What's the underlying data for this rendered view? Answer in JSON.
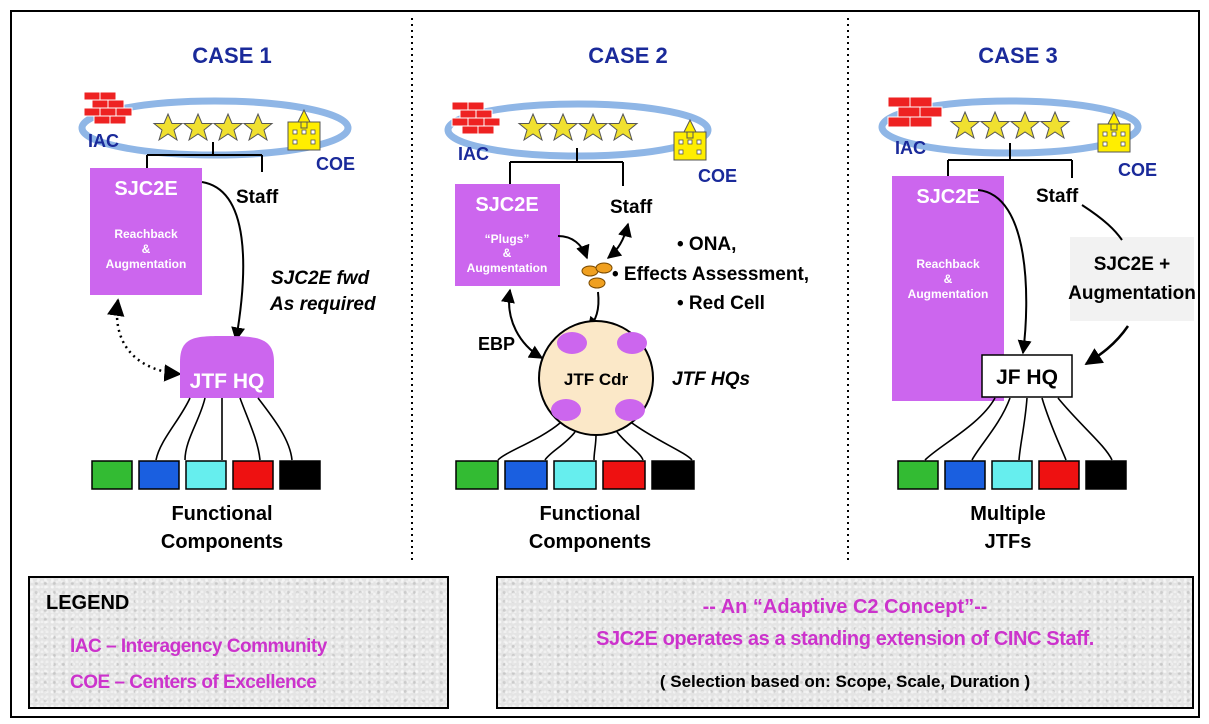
{
  "cases": [
    {
      "title": "CASE 1",
      "iac": "IAC",
      "coe": "COE",
      "sjc2e": "SJC2E",
      "sjc2e_sub": [
        "Reachback",
        "&",
        "Augmentation"
      ],
      "staff": "Staff",
      "note": [
        "SJC2E fwd",
        "As required"
      ],
      "hq": "JTF HQ",
      "bottom": [
        "Functional",
        "Components"
      ]
    },
    {
      "title": "CASE 2",
      "iac": "IAC",
      "coe": "COE",
      "sjc2e": "SJC2E",
      "sjc2e_sub": [
        "“Plugs”",
        "&",
        "Augmentation"
      ],
      "staff": "Staff",
      "bullets": [
        "• ONA,",
        "• Effects Assessment,",
        "• Red Cell"
      ],
      "ebp": "EBP",
      "hq": "JTF Cdr",
      "hq_note": "JTF HQs",
      "bottom": [
        "Functional",
        "Components"
      ]
    },
    {
      "title": "CASE 3",
      "iac": "IAC",
      "coe": "COE",
      "sjc2e": "SJC2E",
      "sjc2e_sub": [
        "Reachback",
        "&",
        "Augmentation"
      ],
      "staff": "Staff",
      "aug": [
        "SJC2E +",
        "Augmentation"
      ],
      "hq": "JF HQ",
      "bottom": [
        "Multiple",
        "JTFs"
      ]
    }
  ],
  "component_colors": [
    "#33bb33",
    "#1a5fe0",
    "#66eeee",
    "#ee1111",
    "#000000"
  ],
  "legend": {
    "title": "LEGEND",
    "items": [
      "IAC – Interagency Community",
      "COE – Centers of Excellence"
    ]
  },
  "concept": {
    "line1": "-- An “Adaptive C2 Concept”--",
    "line2": "SJC2E operates as a standing extension of CINC Staff.",
    "line3": "( Selection based on:  Scope, Scale, Duration )"
  },
  "colors": {
    "case_title": "#1a2a9a",
    "purple": "#cc66ee",
    "magenta": "#cc33cc",
    "ring": "#8fb6e6",
    "star": "#f0e030",
    "building": "#ffee00",
    "brick": "#ee2222"
  }
}
